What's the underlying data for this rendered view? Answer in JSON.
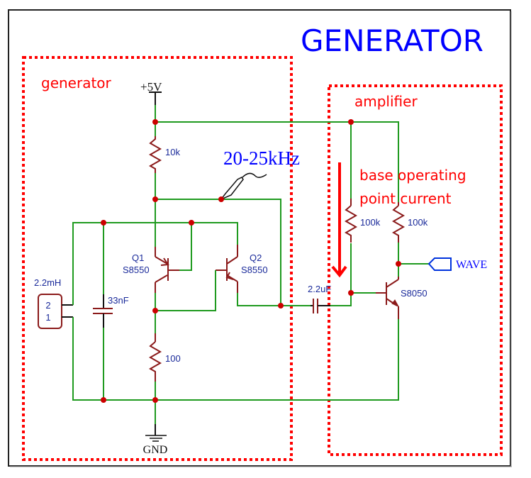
{
  "title": "GENERATOR",
  "regions": {
    "generator": "generator",
    "amplifier": "amplifier"
  },
  "annotations": {
    "frequency": "20-25kHz",
    "base_current_line1": "base operating",
    "base_current_line2": "point current"
  },
  "power": {
    "vcc": "+5V",
    "gnd": "GND"
  },
  "components": {
    "r1": "10k",
    "r2": "100",
    "r3": "100k",
    "r4": "100k",
    "c1": "33nF",
    "c2": "2.2uF",
    "l1": "2.2mH",
    "l1_pin2": "2",
    "l1_pin1": "1",
    "q1_ref": "Q1",
    "q1_part": "S8550",
    "q2_ref": "Q2",
    "q2_part": "S8550",
    "q3_part": "S8050"
  },
  "net_labels": {
    "output": "WAVE"
  },
  "colors": {
    "wire": "#1f9a1f",
    "component": "#8b1a1a",
    "junction": "#cc0000",
    "region_box": "#ff0000",
    "title": "#0000ff",
    "label": "#1a2a9a"
  }
}
